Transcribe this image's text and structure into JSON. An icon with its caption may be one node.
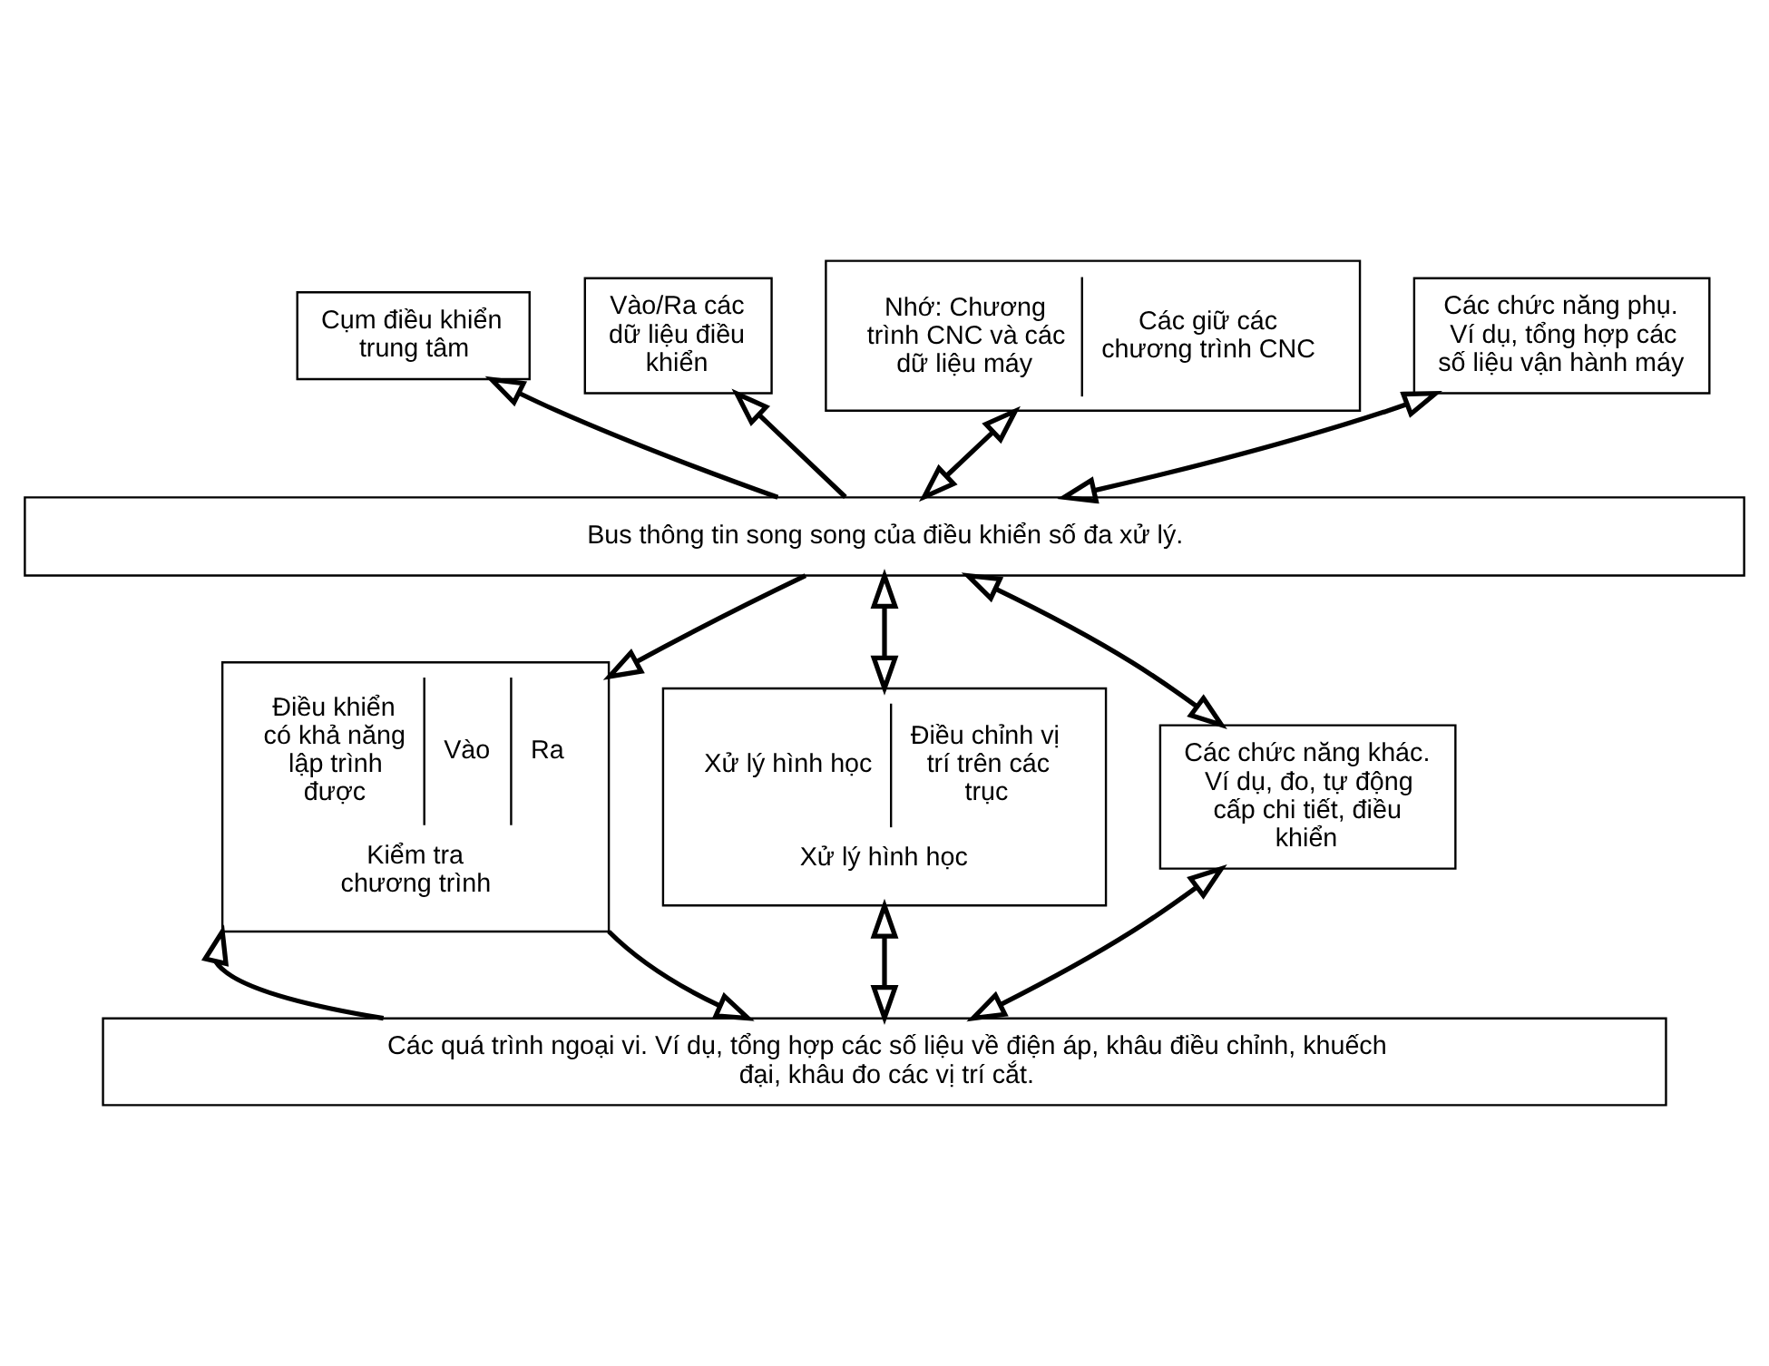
{
  "diagram": {
    "nodes": [
      {
        "text": [
          "Cụm điều khiển trung tâm"
        ]
      },
      {
        "text": [
          "Vào/Ra các dữ liệu điều khiển"
        ]
      },
      {
        "text": [
          "Nhớ: Chương trình CNC và các dữ liệu máy",
          "Các giữ các chương trình CNC"
        ]
      },
      {
        "text": [
          "Các chức năng phụ. Ví dụ, tổng hợp các số liệu vận hành máy"
        ]
      },
      {
        "text": [
          "Bus thông tin song song của điều khiển số đa xử lý."
        ]
      },
      {
        "text": [
          "Điều khiển có khả năng lập trình được",
          "Vào",
          "Ra",
          "Kiểm tra chương trình"
        ]
      },
      {
        "text": [
          "Xử lý hình học",
          "Điều chỉnh vị trí trên các trục",
          "Xử lý hình học"
        ]
      },
      {
        "text": [
          "Các chức năng khác. Ví dụ, đo, tự động cấp chi tiết, điều khiển"
        ]
      },
      {
        "text": [
          "Các quá trình ngoại vi. Ví dụ, tổng hợp các số liệu về điện áp, khâu điều chỉnh, khuếch đại, khâu đo các vị trí cắt."
        ]
      }
    ],
    "edges": [
      {
        "from": 4,
        "to": 0,
        "arrow": "to"
      },
      {
        "from": 4,
        "to": 1,
        "arrow": "to"
      },
      {
        "from": 4,
        "to": 2,
        "arrow": "both"
      },
      {
        "from": 4,
        "to": 3,
        "arrow": "both"
      },
      {
        "from": 4,
        "to": 5,
        "arrow": "to"
      },
      {
        "from": 4,
        "to": 6,
        "arrow": "both"
      },
      {
        "from": 4,
        "to": 7,
        "arrow": "both"
      },
      {
        "from": 8,
        "to": 5,
        "arrow": "to"
      },
      {
        "from": 5,
        "to": 8,
        "arrow": "to"
      },
      {
        "from": 6,
        "to": 8,
        "arrow": "both"
      },
      {
        "from": 7,
        "to": 8,
        "arrow": "both"
      }
    ]
  }
}
